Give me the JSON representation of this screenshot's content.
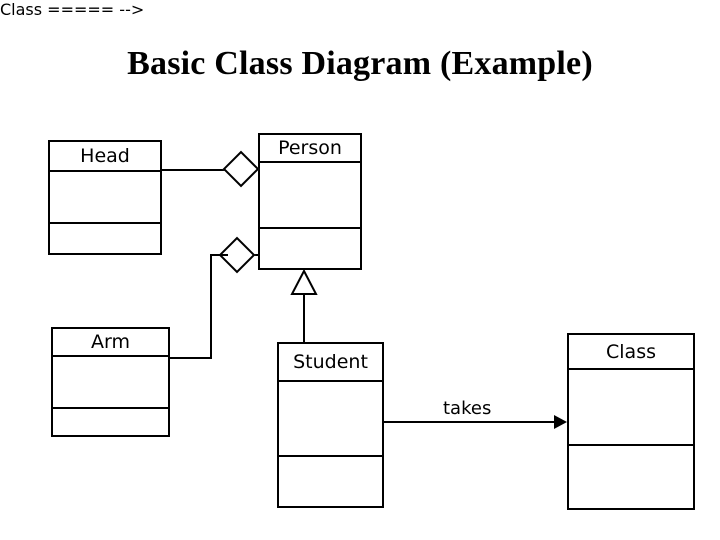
{
  "slide": {
    "title": "Basic Class Diagram (Example)",
    "background_color": "#ffffff",
    "line_color": "#000000"
  },
  "diagram": {
    "type": "uml-class-diagram",
    "classes": [
      {
        "id": "head",
        "name": "Head",
        "compartments": 3
      },
      {
        "id": "person",
        "name": "Person",
        "compartments": 3
      },
      {
        "id": "arm",
        "name": "Arm",
        "compartments": 3
      },
      {
        "id": "student",
        "name": "Student",
        "compartments": 3
      },
      {
        "id": "class",
        "name": "Class",
        "compartments": 3
      }
    ],
    "relationships": [
      {
        "id": "person-head",
        "kind": "aggregation",
        "from": "person",
        "to": "head",
        "label": "",
        "marker": "hollow-diamond"
      },
      {
        "id": "person-arm",
        "kind": "aggregation",
        "from": "person",
        "to": "arm",
        "label": "",
        "marker": "hollow-diamond"
      },
      {
        "id": "student-person",
        "kind": "generalization",
        "from": "student",
        "to": "person",
        "label": "",
        "marker": "hollow-triangle"
      },
      {
        "id": "student-class",
        "kind": "association",
        "from": "student",
        "to": "class",
        "label": "takes",
        "marker": "solid-arrow"
      }
    ]
  }
}
